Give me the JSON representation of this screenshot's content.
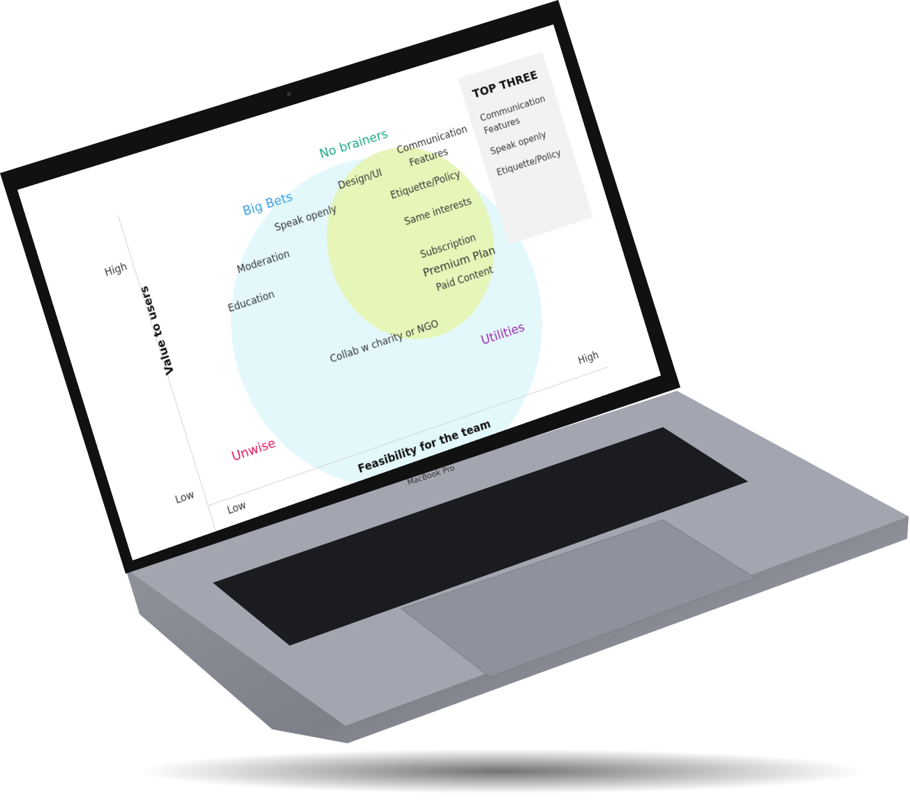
{
  "device": {
    "brand_label": "MacBook Pro"
  },
  "diagram": {
    "y_axis": {
      "title": "Value to users",
      "high": "High",
      "low": "Low"
    },
    "x_axis": {
      "title": "Feasibility for the team",
      "high": "High",
      "low": "Low"
    },
    "regions": {
      "big_bets": {
        "label": "Big Bets",
        "color": "#3a9ee8"
      },
      "no_brainers": {
        "label": "No brainers",
        "color": "#1aaa8a"
      },
      "unwise": {
        "label": "Unwise",
        "color": "#e0185f"
      },
      "utilities": {
        "label": "Utilities",
        "color": "#9b27b0"
      }
    },
    "circle_colors": {
      "outer": "#e3f8fa",
      "inner": "#e6f5b8"
    },
    "items": [
      "Speak openly",
      "Moderation",
      "Education",
      "Design/UI",
      "Communication",
      "Features",
      "Etiquette/Policy",
      "Same interests",
      "Subscription",
      "Premium Plan",
      "Paid Content",
      "Collab w charity or NGO"
    ],
    "top_three": {
      "title": "TOP THREE",
      "items": [
        "Communication",
        "Features",
        "Speak openly",
        "Etiquette/Policy"
      ]
    }
  }
}
